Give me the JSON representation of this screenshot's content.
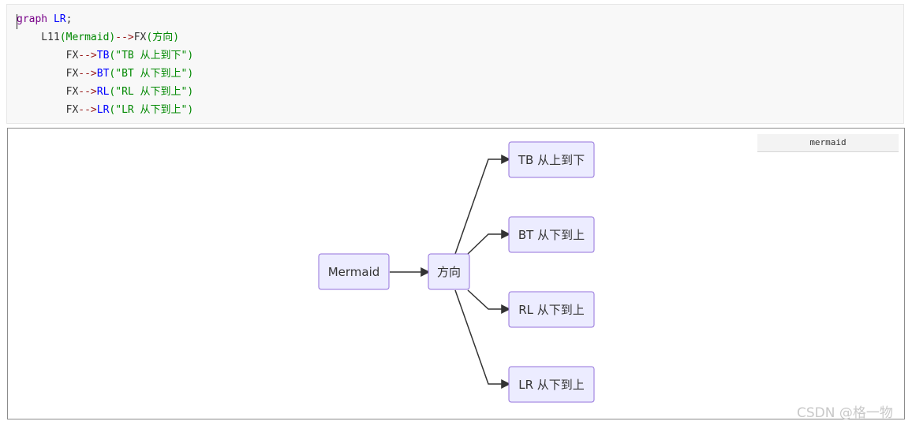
{
  "code_block": {
    "lines": [
      [
        {
          "text": "graph",
          "color": "#770088"
        },
        {
          "text": " ",
          "color": "#333333"
        },
        {
          "text": "LR",
          "color": "#0000ff"
        },
        {
          "text": ";",
          "color": "#333333"
        }
      ],
      [
        {
          "text": "    L11",
          "color": "#333333"
        },
        {
          "text": "(Mermaid)",
          "color": "#008800"
        },
        {
          "text": "-->",
          "color": "#981a1a"
        },
        {
          "text": "FX",
          "color": "#333333"
        },
        {
          "text": "(方向)",
          "color": "#008800"
        }
      ],
      [
        {
          "text": "        FX",
          "color": "#333333"
        },
        {
          "text": "-->",
          "color": "#981a1a"
        },
        {
          "text": "TB",
          "color": "#0000ff"
        },
        {
          "text": "(\"TB 从上到下\")",
          "color": "#008800"
        }
      ],
      [
        {
          "text": "        FX",
          "color": "#333333"
        },
        {
          "text": "-->",
          "color": "#981a1a"
        },
        {
          "text": "BT",
          "color": "#0000ff"
        },
        {
          "text": "(\"BT 从下到上\")",
          "color": "#008800"
        }
      ],
      [
        {
          "text": "        FX",
          "color": "#333333"
        },
        {
          "text": "-->",
          "color": "#981a1a"
        },
        {
          "text": "RL",
          "color": "#0000ff"
        },
        {
          "text": "(\"RL 从下到上\")",
          "color": "#008800"
        }
      ],
      [
        {
          "text": "        FX",
          "color": "#333333"
        },
        {
          "text": "-->",
          "color": "#981a1a"
        },
        {
          "text": "LR",
          "color": "#0000ff"
        },
        {
          "text": "(\"LR 从下到上\")",
          "color": "#008800"
        }
      ]
    ]
  },
  "preview": {
    "language_label": "mermaid"
  },
  "diagram": {
    "nodes": {
      "mermaid": "Mermaid",
      "fx": "方向",
      "tb": "TB 从上到下",
      "bt": "BT 从下到上",
      "rl": "RL 从下到上",
      "lr": "LR 从下到上"
    },
    "edges": [
      {
        "from": "mermaid",
        "to": "fx"
      },
      {
        "from": "fx",
        "to": "tb"
      },
      {
        "from": "fx",
        "to": "bt"
      },
      {
        "from": "fx",
        "to": "rl"
      },
      {
        "from": "fx",
        "to": "lr"
      }
    ],
    "colors": {
      "node_fill": "#ececff",
      "node_border": "#9370db",
      "edge": "#333333"
    }
  },
  "watermark": "CSDN @格一物"
}
